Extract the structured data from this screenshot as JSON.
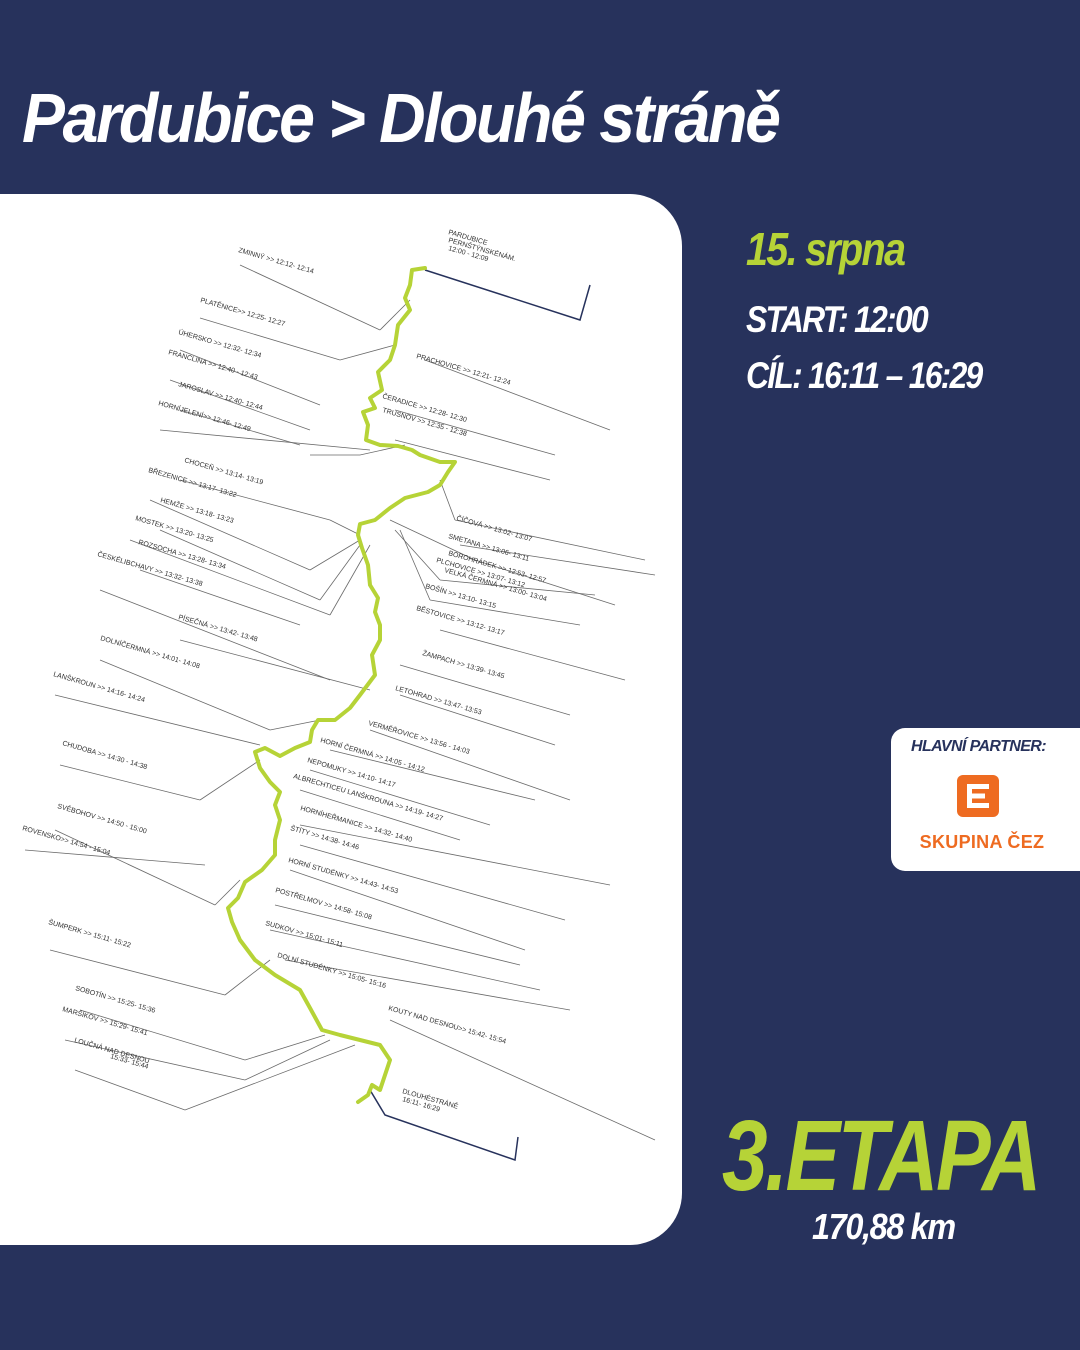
{
  "title": "Pardubice > Dlouhé stráně",
  "date": "15. srpna",
  "start": "START: 12:00",
  "finish": "CÍL: 16:11 – 16:29",
  "partner": {
    "label": "HLAVNÍ PARTNER:",
    "name": "SKUPINA ČEZ",
    "icon": "cez-logo-icon"
  },
  "stage": "3.ETAPA",
  "distance": "170,88 km",
  "colors": {
    "background": "#27325c",
    "accent": "#b6d337",
    "partner": "#ee6b21",
    "route": "#b6d337"
  },
  "map": {
    "route_icon": "route-line",
    "start": [
      "PARDUBICE",
      "PERNŠTÝNSKÉNÁM.",
      "12:00 - 12:09"
    ],
    "finish": [
      "DLOUHÉSTRÁNĚ",
      "16:11- 16:29"
    ],
    "stops": [
      {
        "text": "ZMINNÝ >> 12:12- 12:14"
      },
      {
        "text": "PLATĚNICE>> 12:25- 12:27"
      },
      {
        "text": "PRACHOVICE >> 12:21- 12:24"
      },
      {
        "text": "ÚHERSKO >> 12:32- 12:34"
      },
      {
        "text": "FRANCLINA >> 12:40 - 12:43"
      },
      {
        "text": "ČERADICE >> 12:28- 12:30"
      },
      {
        "text": "JAROSLAV >> 12:40- 12:44"
      },
      {
        "text": "TRUSNOV >> 12:35 - 12:38"
      },
      {
        "text": "HORNÍJELENÍ>> 12:46- 12:49"
      },
      {
        "text": "CHOCEŇ >> 13:14- 13:19"
      },
      {
        "text": "BŘEZENICE >> 13:17- 13:22"
      },
      {
        "text": "ČÍČOVÁ >> 13:02- 13:07"
      },
      {
        "text": "HEMŽE >> 13:18- 13:23"
      },
      {
        "text": "MOSTEK >> 13:20- 13:25"
      },
      {
        "text": "SMETANA >> 13:06- 13:11"
      },
      {
        "text": "BOROHRÁDEK >> 12:53- 12:57"
      },
      {
        "text": "ROZSOCHA >> 13:28- 13:34"
      },
      {
        "text": "PLCHOVICE >> 13:07- 13:12"
      },
      {
        "text": "VELKÁ ČERMNÁ >> 13:00- 13:04"
      },
      {
        "text": "ČESKÉLIBCHAVY >> 13:32- 13:38"
      },
      {
        "text": "BOŠÍN >> 13:10- 13:15"
      },
      {
        "text": "BĚSTOVICE >> 13:12- 13:17"
      },
      {
        "text": "PÍSEČNÁ >> 13:42- 13:48"
      },
      {
        "text": "DOLNÍČERMNÁ >> 14:01- 14:08"
      },
      {
        "text": "ŽAMPACH >> 13:39- 13:45"
      },
      {
        "text": "LETOHRAD >> 13:47- 13:53"
      },
      {
        "text": "LANŠKROUN >> 14:16- 14:24"
      },
      {
        "text": "VERMĚŘOVICE >> 13:56 - 14:03"
      },
      {
        "text": "HORNÍ ČERMNÁ >> 14:05 - 14:12"
      },
      {
        "text": "CHUDOBA >> 14:30 - 14:38"
      },
      {
        "text": "NEPOMUKY >> 14:10- 14:17"
      },
      {
        "text": "ALBRECHTICEU LANŠKROUNA >> 14:19- 14:27"
      },
      {
        "text": "SVĚBOHOV >> 14:50 - 15:00"
      },
      {
        "text": "HORNÍHEŘMANICE >> 14:32- 14:40"
      },
      {
        "text": "ROVENSKO>> 14:54 - 15:04"
      },
      {
        "text": "ŠTÍTY >> 14:38- 14:46"
      },
      {
        "text": "HORNÍ STUDÉNKY >> 14:43- 14:53"
      },
      {
        "text": "POSTŘELMOV >> 14:58- 15:08"
      },
      {
        "text": "ŠUMPERK >> 15:11- 15:22"
      },
      {
        "text": "SUDKOV >> 15:01- 15:11"
      },
      {
        "text": "DOLNÍ STUDÉNKY >> 15:05- 15:16"
      },
      {
        "text": "SOBOTÍN >> 15:25- 15:36"
      },
      {
        "text": "KOUTY NAD DESNOU>> 15:42- 15:54"
      },
      {
        "text": "MARŠÍKOV >> 15:29- 15:41"
      },
      {
        "text": "LOUČNÁ NAD DESNOU"
      },
      {
        "text": "15:33- 15:44"
      }
    ]
  }
}
